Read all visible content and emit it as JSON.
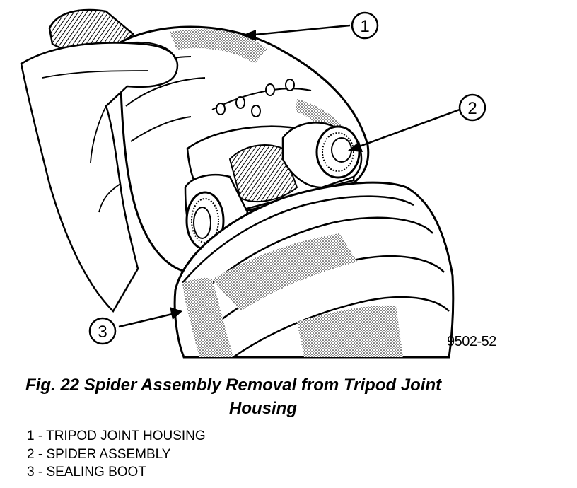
{
  "figure": {
    "id": "9502-52",
    "caption_line1": "Fig. 22 Spider Assembly Removal from Tripod Joint",
    "caption_line2": "Housing"
  },
  "callouts": [
    {
      "number": "1",
      "label": "TRIPOD JOINT HOUSING"
    },
    {
      "number": "2",
      "label": "SPIDER ASSEMBLY"
    },
    {
      "number": "3",
      "label": "SEALING BOOT"
    }
  ],
  "legend": [
    "1 - TRIPOD JOINT HOUSING",
    "2 - SPIDER ASSEMBLY",
    "3 - SEALING BOOT"
  ]
}
